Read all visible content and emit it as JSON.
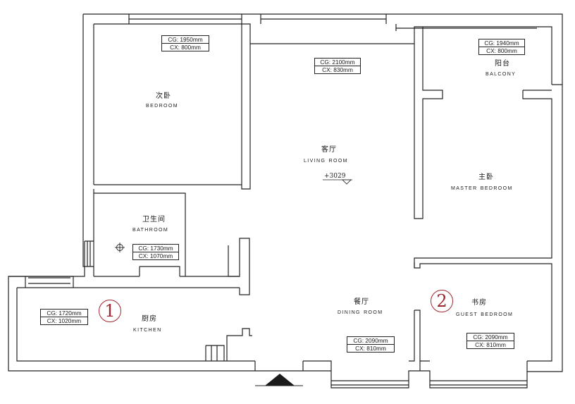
{
  "rooms": {
    "bedroom2": {
      "cn": "次卧",
      "en": "Bedroom",
      "cg": "CG: 1950mm",
      "cx": "CX: 800mm"
    },
    "living": {
      "cn": "客厅",
      "en": "Living Room",
      "cg": "CG: 2100mm",
      "cx": "CX: 830mm",
      "elevation": "+3029"
    },
    "balcony": {
      "cn": "阳台",
      "en": "Balcony",
      "cg": "CG: 1940mm",
      "cx": "CX: 800mm"
    },
    "master": {
      "cn": "主卧",
      "en": "Master Bedroom"
    },
    "bathroom": {
      "cn": "卫生间",
      "en": "Bathroom",
      "cg": "CG: 1730mm",
      "cx": "CX: 1070mm"
    },
    "kitchen": {
      "cn": "厨房",
      "en": "Kitchen",
      "cg": "CG: 1720mm",
      "cx": "CX: 1020mm",
      "marker": "1"
    },
    "dining": {
      "cn": "餐厅",
      "en": "Dining Room",
      "cg": "CG: 2090mm",
      "cx": "CX: 810mm"
    },
    "guest": {
      "cn": "书房",
      "en": "Guest Bedroom",
      "cg": "CG: 2090mm",
      "cx": "CX: 810mm",
      "marker": "2"
    }
  },
  "colors": {
    "wall": "#222222",
    "marker": "#a0262f"
  }
}
